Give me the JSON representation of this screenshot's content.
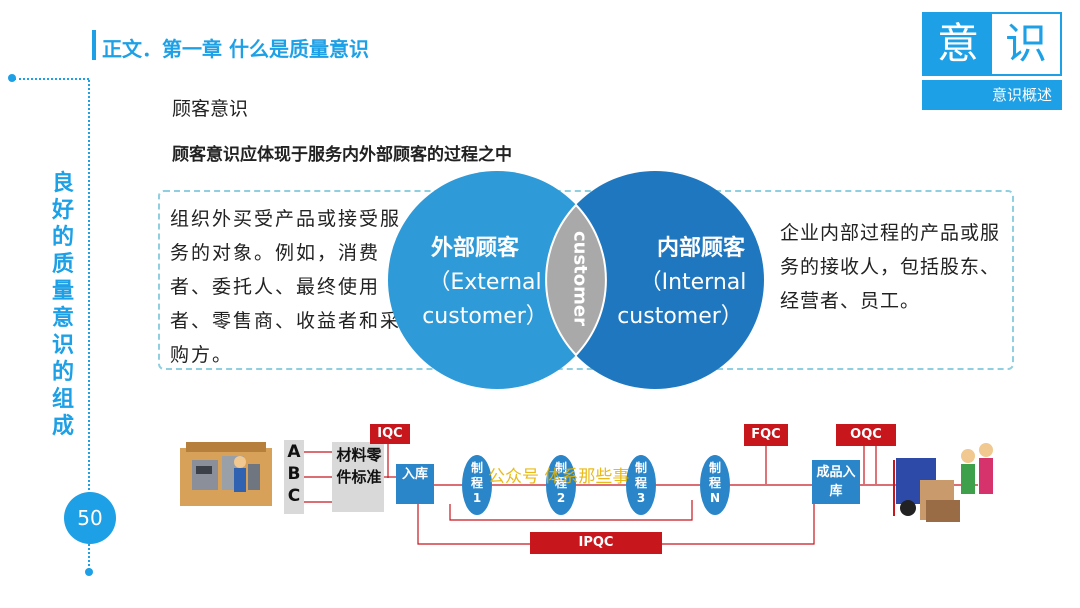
{
  "header": {
    "title": "正文．第一章 什么是质量意识"
  },
  "badge": {
    "char_left": "意",
    "char_right": "识",
    "subtitle": "意识概述"
  },
  "sidebar": {
    "vertical_title": "良好的质量意识的组成",
    "page_number": "50"
  },
  "section": {
    "title": "顾客意识",
    "subtitle": "顾客意识应体现于服务内外部顾客的过程之中"
  },
  "venn": {
    "left_title": "外部顾客",
    "left_sub1": "（External",
    "left_sub2": "customer）",
    "right_title": "内部顾客",
    "right_sub1": "（Internal",
    "right_sub2": "customer）",
    "center": "customer"
  },
  "descriptions": {
    "external": "组织外买受产品或接受服务的对象。例如，消费者、委托人、最终使用者、零售商、收益者和采购方。",
    "internal": "企业内部过程的产品或服务的接收人，包括股东、经营者、员工。"
  },
  "flow": {
    "abc": [
      "A",
      "B",
      "C"
    ],
    "materials": "材料零件标准",
    "iqc": "IQC",
    "warehouse_in": "入库",
    "processes": [
      {
        "l1": "制",
        "l2": "程",
        "l3": "1"
      },
      {
        "l1": "制",
        "l2": "程",
        "l3": "2"
      },
      {
        "l1": "制",
        "l2": "程",
        "l3": "3"
      },
      {
        "l1": "制",
        "l2": "程",
        "l3": "N"
      }
    ],
    "fqc": "FQC",
    "oqc": "OQC",
    "ipqc": "IPQC",
    "finished": "成品入库",
    "watermark": "公众号 体系那些事"
  },
  "colors": {
    "accent": "#1ea0e6",
    "venn_left": "#2f9ad8",
    "venn_right": "#1f78bf",
    "overlap": "#a7a7a7",
    "tag_red": "#c8161d"
  }
}
